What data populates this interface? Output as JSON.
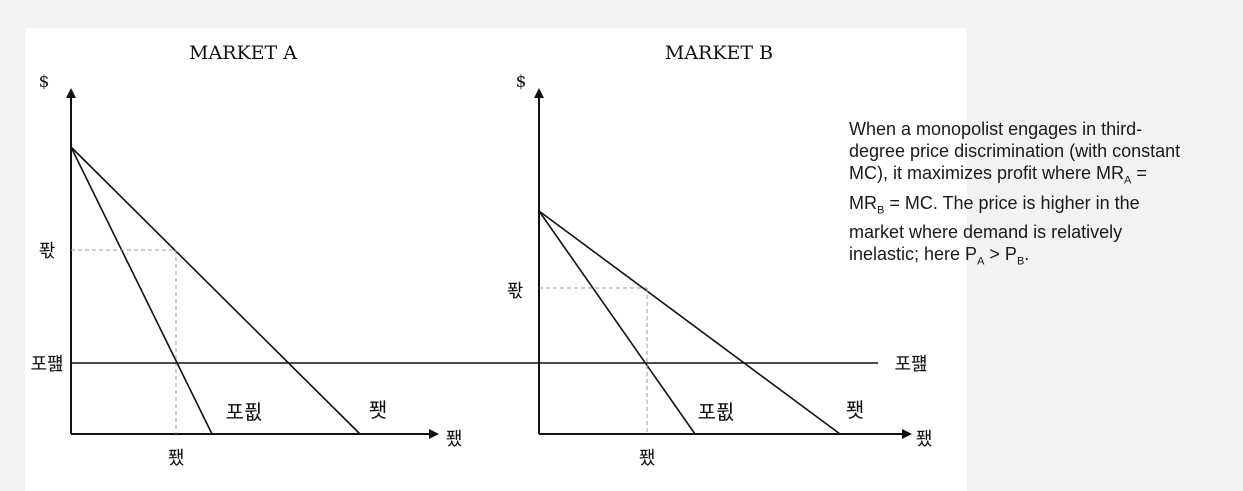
{
  "markets": [
    {
      "title": "MARKET A",
      "y_label": "$",
      "price_label": "퐋",
      "mc_label": "포퍮",
      "mr_label": "포퓞",
      "demand_label": "퐷",
      "qty_label": "퐸",
      "x_axis_label": "퐸"
    },
    {
      "title": "MARKET B",
      "y_label": "$",
      "price_label": "퐋",
      "mc_label": "포퍮",
      "mr_label": "포퓞",
      "demand_label": "퐷",
      "qty_label": "퐸",
      "x_axis_label": "퐸"
    }
  ],
  "note": {
    "line1": "When a monopolist engages in third-",
    "line2": "degree price discrimination (with constant",
    "line3_pre": "MC), it maximizes profit where MR",
    "line3_sub": "A",
    "line3_post": " =",
    "line4_pre": "MR",
    "line4_sub": "B",
    "line4_post": " = MC. The price is higher in the",
    "line5": "market where demand is relatively",
    "line6_pre": "inelastic; here P",
    "line6_sub1": "A",
    "line6_mid": " > P",
    "line6_sub2": "B",
    "line6_post": "."
  }
}
